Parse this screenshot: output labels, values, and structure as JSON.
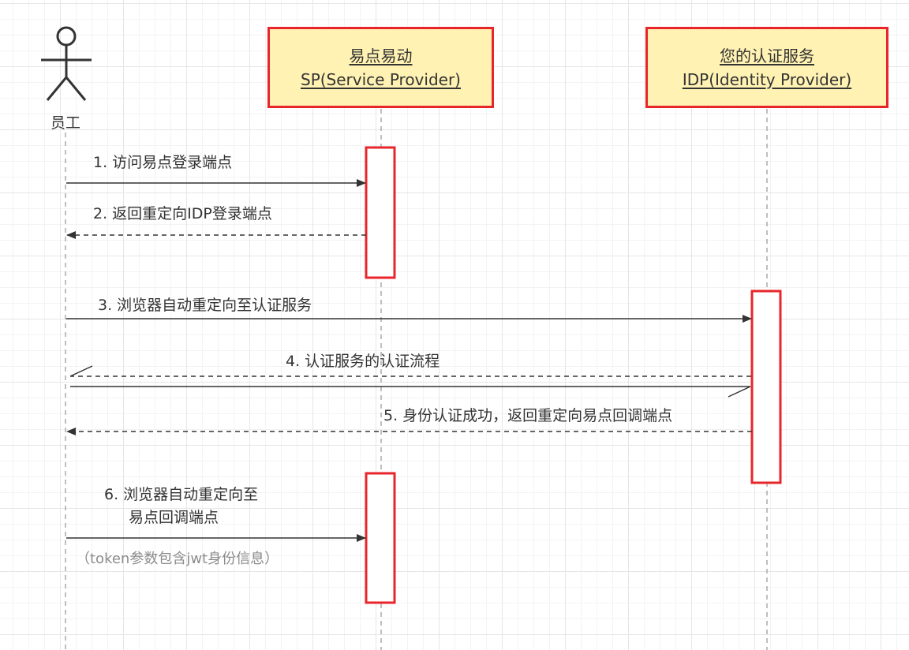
{
  "actor": {
    "label": "员工"
  },
  "participants": {
    "sp": {
      "line1": "易点易动",
      "line2": "SP(Service Provider)"
    },
    "idp": {
      "line1": "您的认证服务",
      "line2": "IDP(Identity Provider)"
    }
  },
  "messages": {
    "m1": "1. 访问易点登录端点",
    "m2": "2. 返回重定向IDP登录端点",
    "m3": "3. 浏览器自动重定向至认证服务",
    "m4": "4. 认证服务的认证流程",
    "m5": "5. 身份认证成功，返回重定向易点回调端点",
    "m6_line1": "6. 浏览器自动重定向至",
    "m6_line2": "易点回调端点"
  },
  "note": {
    "token": "（token参数包含jwt身份信息）"
  },
  "colors": {
    "box_fill": "#fff2b3",
    "box_border": "#e8252b",
    "line": "#333333",
    "lifeline": "#aaaaaa",
    "note_text": "#8c8c8c"
  }
}
